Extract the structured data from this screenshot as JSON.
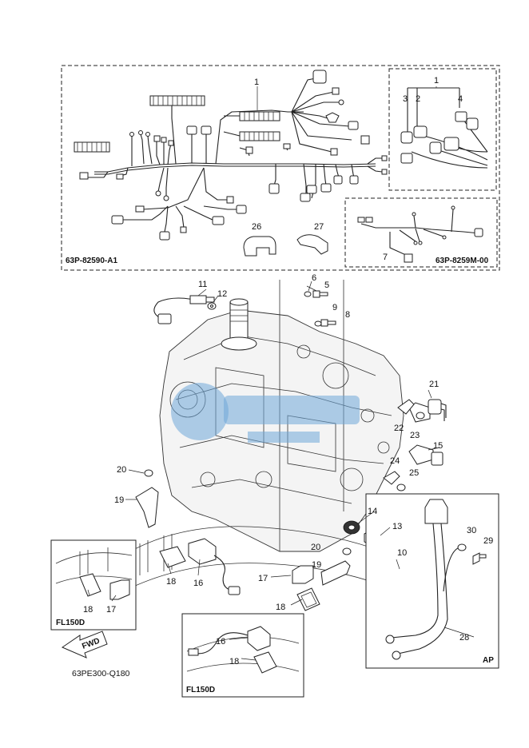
{
  "harness_codes": {
    "main": "63P-82590-A1",
    "sub": "63P-8259M-00"
  },
  "diagram_code": "63PE300-Q180",
  "direction_label": "FWD",
  "variant_labels": {
    "left_inset": "FL150D",
    "bottom_inset": "FL150D",
    "ap_box": "AP"
  },
  "callouts": [
    {
      "id": "c1a",
      "text": "1"
    },
    {
      "id": "c1b",
      "text": "1"
    },
    {
      "id": "c2",
      "text": "2"
    },
    {
      "id": "c3",
      "text": "3"
    },
    {
      "id": "c4",
      "text": "4"
    },
    {
      "id": "c5",
      "text": "5"
    },
    {
      "id": "c6",
      "text": "6"
    },
    {
      "id": "c7",
      "text": "7"
    },
    {
      "id": "c8",
      "text": "8"
    },
    {
      "id": "c9",
      "text": "9"
    },
    {
      "id": "c10",
      "text": "10"
    },
    {
      "id": "c11",
      "text": "11"
    },
    {
      "id": "c12",
      "text": "12"
    },
    {
      "id": "c13",
      "text": "13"
    },
    {
      "id": "c14",
      "text": "14"
    },
    {
      "id": "c15",
      "text": "15"
    },
    {
      "id": "c16a",
      "text": "16"
    },
    {
      "id": "c16b",
      "text": "16"
    },
    {
      "id": "c17a",
      "text": "17"
    },
    {
      "id": "c17b",
      "text": "17"
    },
    {
      "id": "c18a",
      "text": "18"
    },
    {
      "id": "c18b",
      "text": "18"
    },
    {
      "id": "c18c",
      "text": "18"
    },
    {
      "id": "c18d",
      "text": "18"
    },
    {
      "id": "c19a",
      "text": "19"
    },
    {
      "id": "c19b",
      "text": "19"
    },
    {
      "id": "c20a",
      "text": "20"
    },
    {
      "id": "c20b",
      "text": "20"
    },
    {
      "id": "c21",
      "text": "21"
    },
    {
      "id": "c22",
      "text": "22"
    },
    {
      "id": "c23",
      "text": "23"
    },
    {
      "id": "c24",
      "text": "24"
    },
    {
      "id": "c25",
      "text": "25"
    },
    {
      "id": "c26",
      "text": "26"
    },
    {
      "id": "c27",
      "text": "27"
    },
    {
      "id": "c28",
      "text": "28"
    },
    {
      "id": "c29",
      "text": "29"
    },
    {
      "id": "c30",
      "text": "30"
    }
  ],
  "colors": {
    "line": "#222222",
    "watermark": "#6fa8d8",
    "background": "#ffffff"
  }
}
